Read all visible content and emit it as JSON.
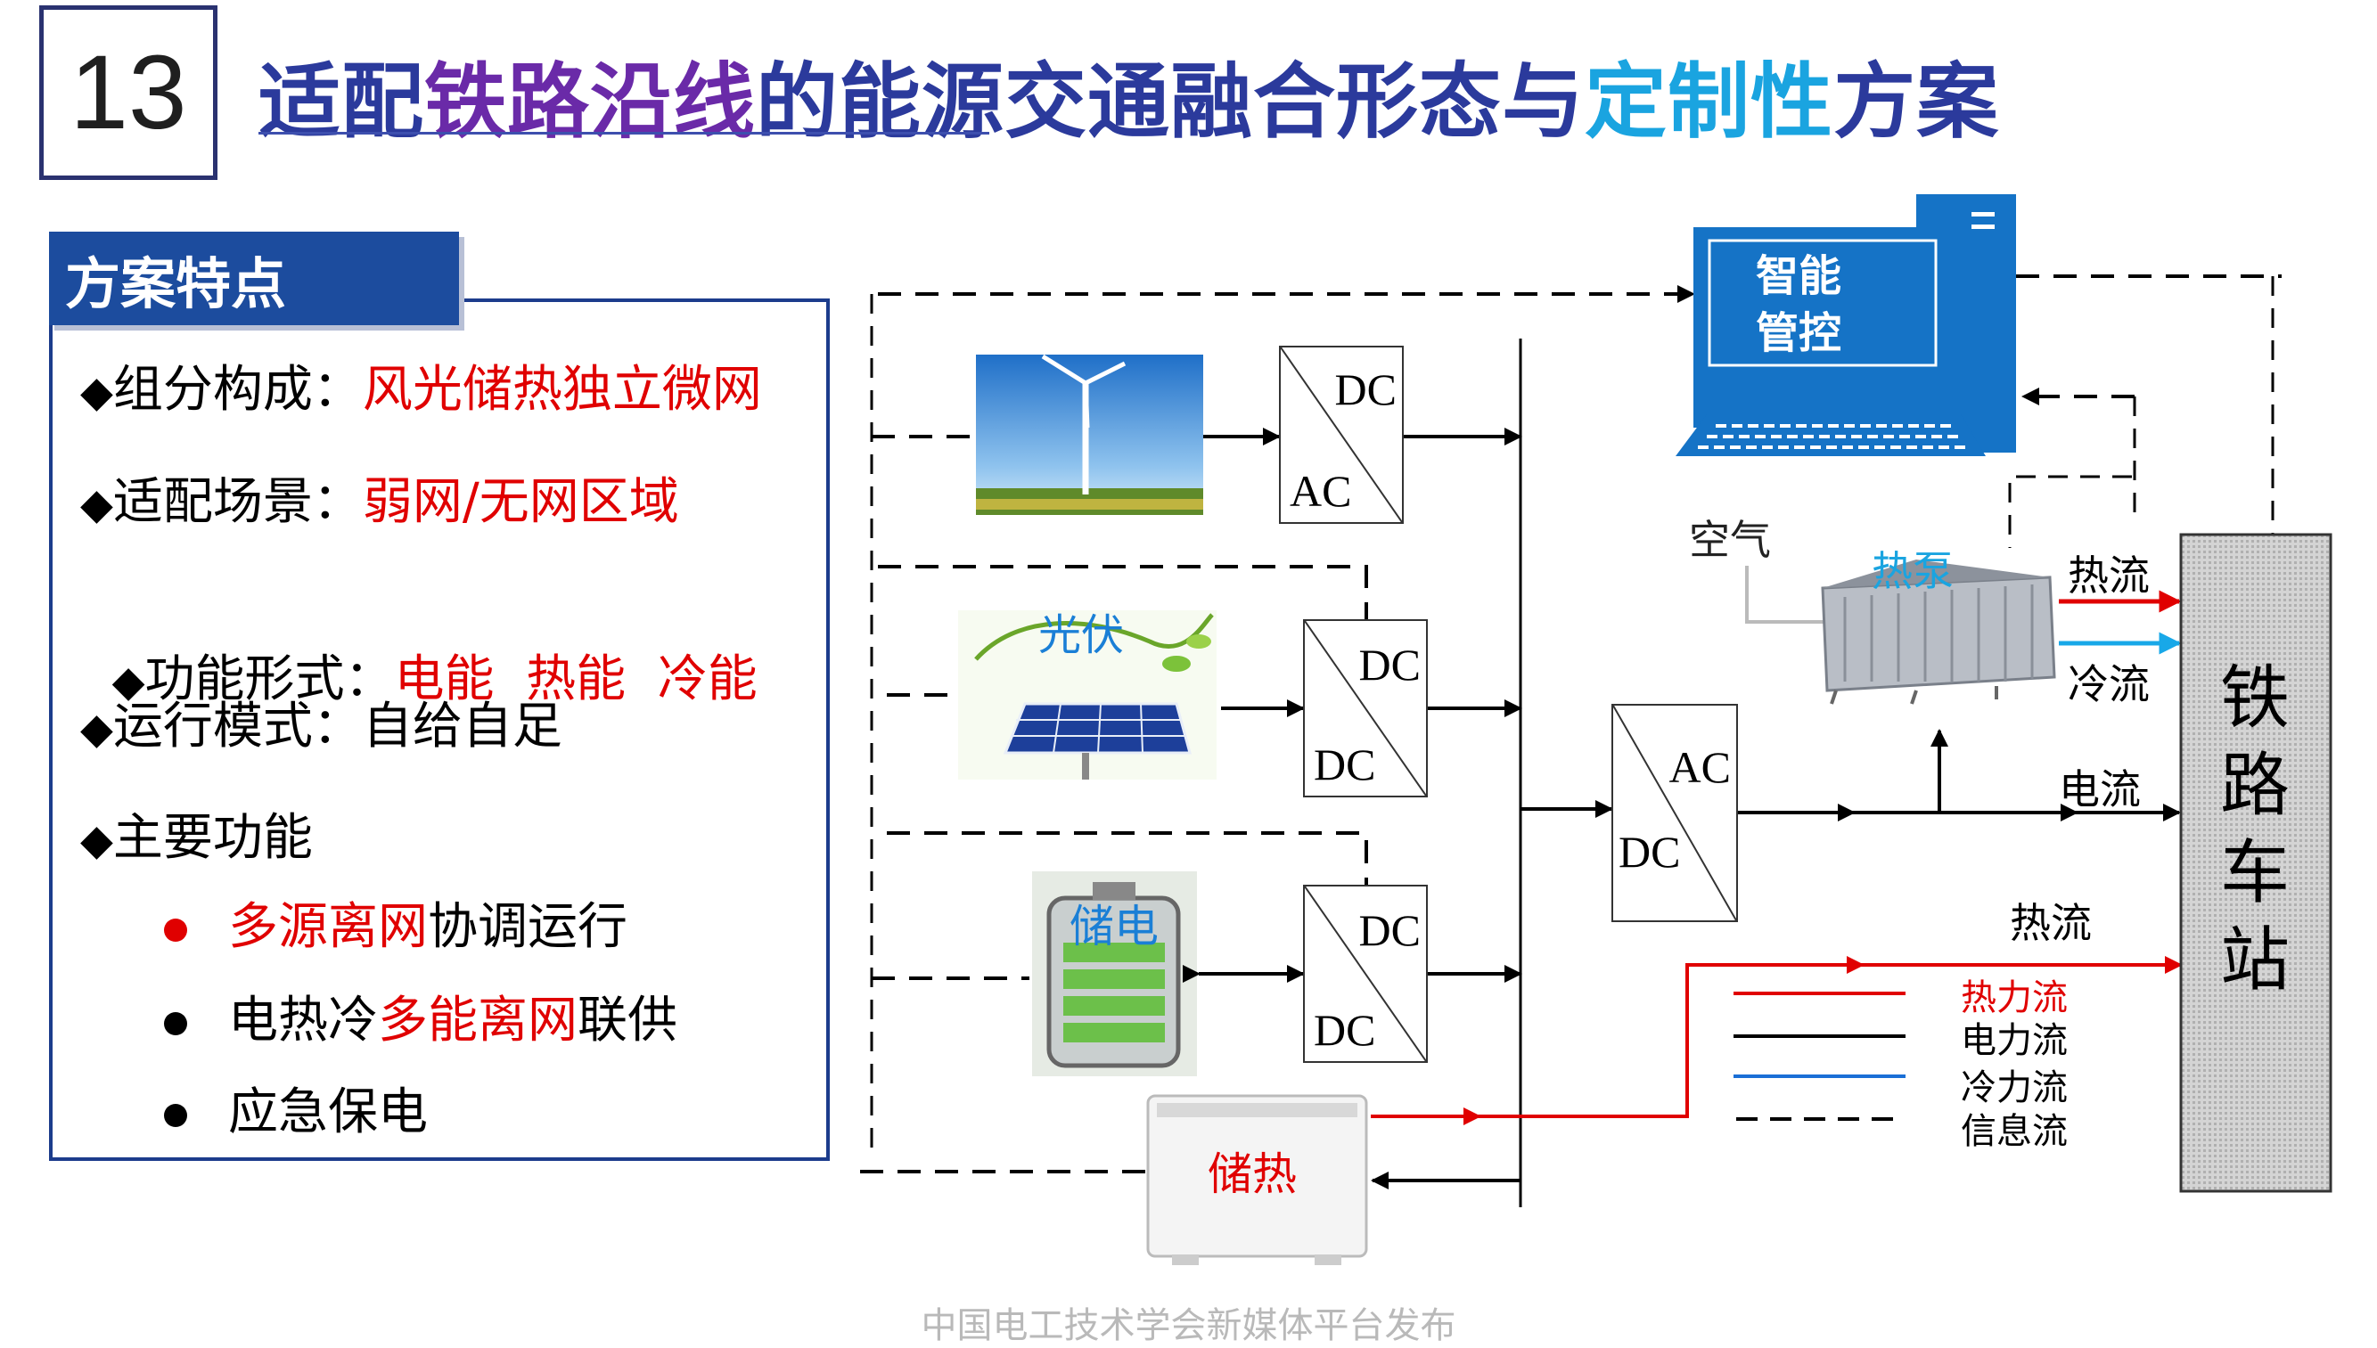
{
  "slide": {
    "number": "13",
    "title_parts": [
      {
        "text": "适配",
        "color": "#2b3a9c"
      },
      {
        "text": "铁路沿线",
        "color": "#6a2aa8"
      },
      {
        "text": "的能源交通融合形态与",
        "color": "#2b3a9c"
      },
      {
        "text": "定制性",
        "color": "#1aa4e0"
      },
      {
        "text": "方案",
        "color": "#2b3a9c"
      }
    ],
    "footer": "中国电工技术学会新媒体平台发布"
  },
  "features": {
    "tab_label": "方案特点",
    "items": [
      {
        "bullet": "◆",
        "label": "组分构成：",
        "value": "风光储热独立微网"
      },
      {
        "bullet": "◆",
        "label": "适配场景：",
        "value": "弱网/无网区域"
      },
      {
        "bullet": "◆",
        "label": "功能形式：",
        "value": "电能  热能  冷能"
      },
      {
        "bullet": "◆",
        "label": "运行模式：",
        "value": "自给自足"
      },
      {
        "bullet": "◆",
        "label": "主要功能",
        "value": ""
      }
    ],
    "sub_items": [
      {
        "parts": [
          {
            "text": "多源离网",
            "red": true
          },
          {
            "text": "协调运行",
            "red": false
          }
        ],
        "dot_color": "#e00000"
      },
      {
        "parts": [
          {
            "text": "电热冷",
            "red": false
          },
          {
            "text": "多能离网",
            "red": true
          },
          {
            "text": "联供",
            "red": false
          }
        ],
        "dot_color": "#000000"
      },
      {
        "parts": [
          {
            "text": "应急保电",
            "red": false
          }
        ],
        "dot_color": "#000000"
      }
    ]
  },
  "diagram": {
    "control_screen": {
      "line1": "智能",
      "line2": "管控"
    },
    "pv_label": "光伏",
    "battery_label": "储电",
    "thermal_storage_label": "储热",
    "air_label": "空气",
    "heat_pump_label": "热泵",
    "station_label": [
      "铁",
      "路",
      "车",
      "站"
    ],
    "converters": [
      {
        "top": "DC",
        "bottom": "AC"
      },
      {
        "top": "DC",
        "bottom": "DC"
      },
      {
        "top": "DC",
        "bottom": "DC"
      },
      {
        "top": "AC",
        "bottom": "DC"
      }
    ],
    "flow_labels": {
      "heat": "热流",
      "cold": "冷流",
      "electric": "电流",
      "heat_lower": "热流"
    },
    "legend": [
      {
        "label": "热力流",
        "color": "#e00000",
        "style": "solid"
      },
      {
        "label": "电力流",
        "color": "#000000",
        "style": "solid"
      },
      {
        "label": "冷力流",
        "color": "#1a6fd6",
        "style": "solid"
      },
      {
        "label": "信息流",
        "color": "#000000",
        "style": "dashed"
      }
    ],
    "colors": {
      "computer": "#1573c6",
      "heat": "#e00000",
      "cold": "#18a8e8",
      "station_fill": "#c8c8c8"
    }
  }
}
